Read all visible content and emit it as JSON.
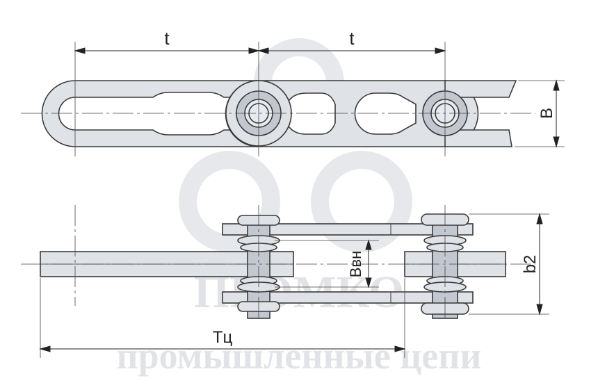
{
  "dimensions": {
    "pitch_left": "t",
    "pitch_right": "t",
    "width_outer": "B",
    "inner_width": "Bвн",
    "overall_width": "b2",
    "chain_length": "Tц"
  },
  "watermark": {
    "brand": "ПРОМКО",
    "subtitle": "промышленные цепи",
    "color": "#c9cdd3"
  },
  "colors": {
    "fill": "#dfe2e7",
    "fill_dark": "#c3c8d0",
    "outline": "#3a3a3a"
  }
}
